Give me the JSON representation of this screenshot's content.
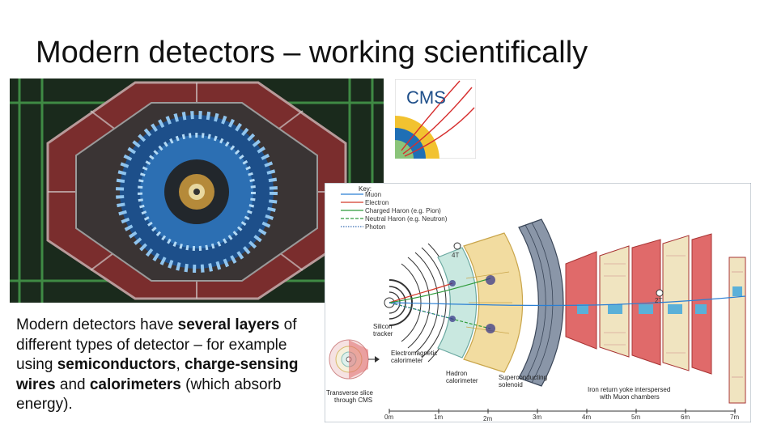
{
  "slide": {
    "title": "Modern detectors – working scientifically",
    "body": [
      {
        "text": "Modern detectors have ",
        "bold": false
      },
      {
        "text": "several layers",
        "bold": true
      },
      {
        "text": " of different types of detector – for example using ",
        "bold": false
      },
      {
        "text": "semiconductors",
        "bold": true
      },
      {
        "text": ", ",
        "bold": false
      },
      {
        "text": "charge-sensing wires",
        "bold": true
      },
      {
        "text": " and ",
        "bold": false
      },
      {
        "text": "calorimeters",
        "bold": true
      },
      {
        "text": " (which absorb energy).",
        "bold": false
      }
    ]
  },
  "logo": {
    "text": "CMS"
  },
  "diagram": {
    "key_title": "Key:",
    "key": [
      {
        "label": "Muon",
        "color": "#2a7fd4"
      },
      {
        "label": "Electron",
        "color": "#d43a2a"
      },
      {
        "label": "Charged Haron (e.g. Pion)",
        "color": "#2e9b3a"
      },
      {
        "label": "Neutral Haron (e.g. Neutron)",
        "color": "#2e9b3a"
      },
      {
        "label": "Photon",
        "color": "#3a6fb5"
      }
    ],
    "labels": {
      "silicon": "Silicon\ntracker",
      "ecal": "Electromagnetic\ncalorimeter",
      "hcal": "Hadron\ncalorimeter",
      "solenoid": "Superconducting\nsolenoid",
      "yoke": "Iron return yoke interspersed\nwith Muon chambers",
      "slice": "Transverse slice\nthrough CMS",
      "field_inner": "4T",
      "field_outer": "2T"
    },
    "scale": [
      "0m",
      "1m",
      "2m",
      "3m",
      "4m",
      "5m",
      "6m",
      "7m"
    ]
  },
  "colors": {
    "ecal": "#c9e8e0",
    "hcal": "#f2dca0",
    "yoke": "#e06a6a",
    "solenoid": "#8a96a8"
  }
}
